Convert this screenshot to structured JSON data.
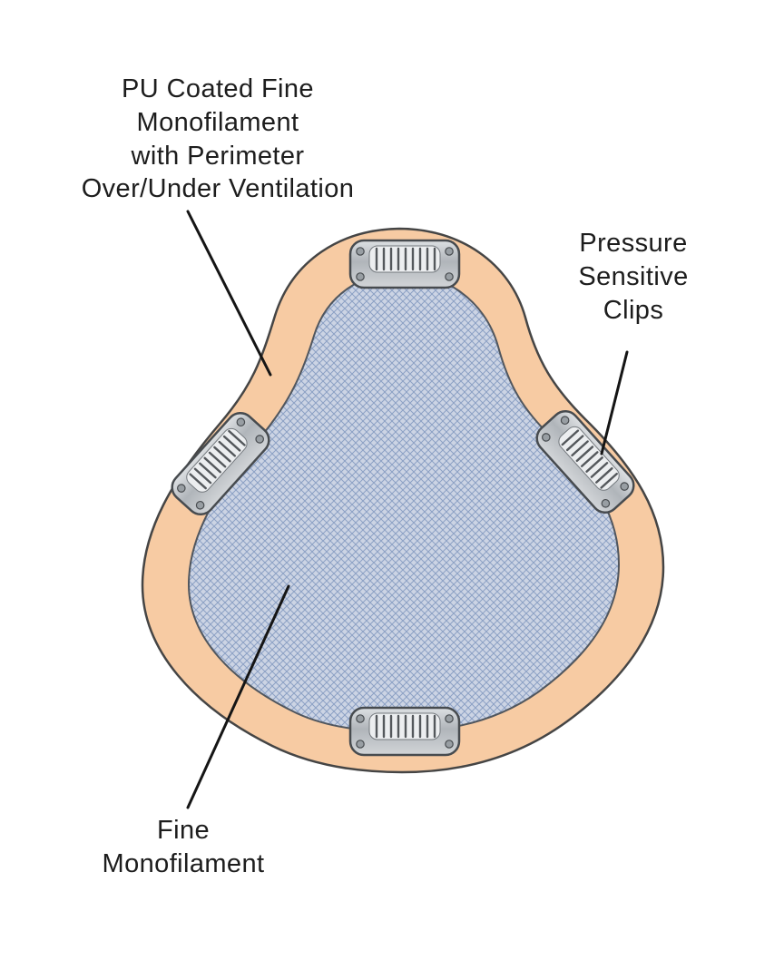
{
  "labels": {
    "pu_monofilament": {
      "lines": [
        "PU Coated Fine",
        "Monofilament",
        "with Perimeter",
        "Over/Under Ventilation"
      ]
    },
    "pressure_clips": {
      "lines": [
        "Pressure",
        "Sensitive",
        "Clips"
      ]
    },
    "fine_monofilament": {
      "lines": [
        "Fine",
        "Monofilament"
      ]
    }
  },
  "colors": {
    "background": "#ffffff",
    "perimeter_fill": "#f7cba3",
    "mesh_fill": "#ccd4e4",
    "mesh_line": "#8ca1c4",
    "outline": "#454545",
    "mesh_outline": "#50565e",
    "clip_fill": "#c3c7cb",
    "leader_line": "#151515",
    "text": "#1d1d1d"
  }
}
